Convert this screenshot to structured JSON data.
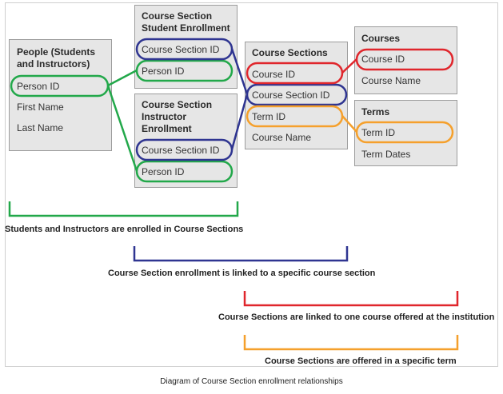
{
  "boxes": {
    "people": {
      "title_line1": "People (Students",
      "title_line2": "and Instructors)",
      "person_id": "Person ID",
      "first_name": "First Name",
      "last_name": "Last Name"
    },
    "student_enrollment": {
      "title_line1": "Course Section",
      "title_line2": "Student Enrollment",
      "course_section_id": "Course Section ID",
      "person_id": "Person ID"
    },
    "instructor_enrollment": {
      "title_line1": "Course Section",
      "title_line2": "Instructor",
      "title_line3": "Enrollment",
      "course_section_id": "Course Section ID",
      "person_id": "Person ID"
    },
    "course_sections": {
      "title": "Course Sections",
      "course_id": "Course ID",
      "course_section_id": "Course Section ID",
      "term_id": "Term ID",
      "course_name": "Course Name"
    },
    "courses": {
      "title": "Courses",
      "course_id": "Course ID",
      "course_name": "Course Name"
    },
    "terms": {
      "title": "Terms",
      "term_id": "Term ID",
      "term_dates": "Term Dates"
    }
  },
  "captions": {
    "green": "Students and Instructors are enrolled in Course Sections",
    "blue": "Course Section enrollment is linked to a specific course section",
    "red": "Course Sections are linked to one course offered at the institution",
    "orange": "Course Sections are offered in a specific term"
  },
  "footer": "Diagram of Course Section enrollment relationships",
  "colors": {
    "green": "#22a84a",
    "blue": "#2f3591",
    "red": "#e0262c",
    "orange": "#f5a02c"
  }
}
